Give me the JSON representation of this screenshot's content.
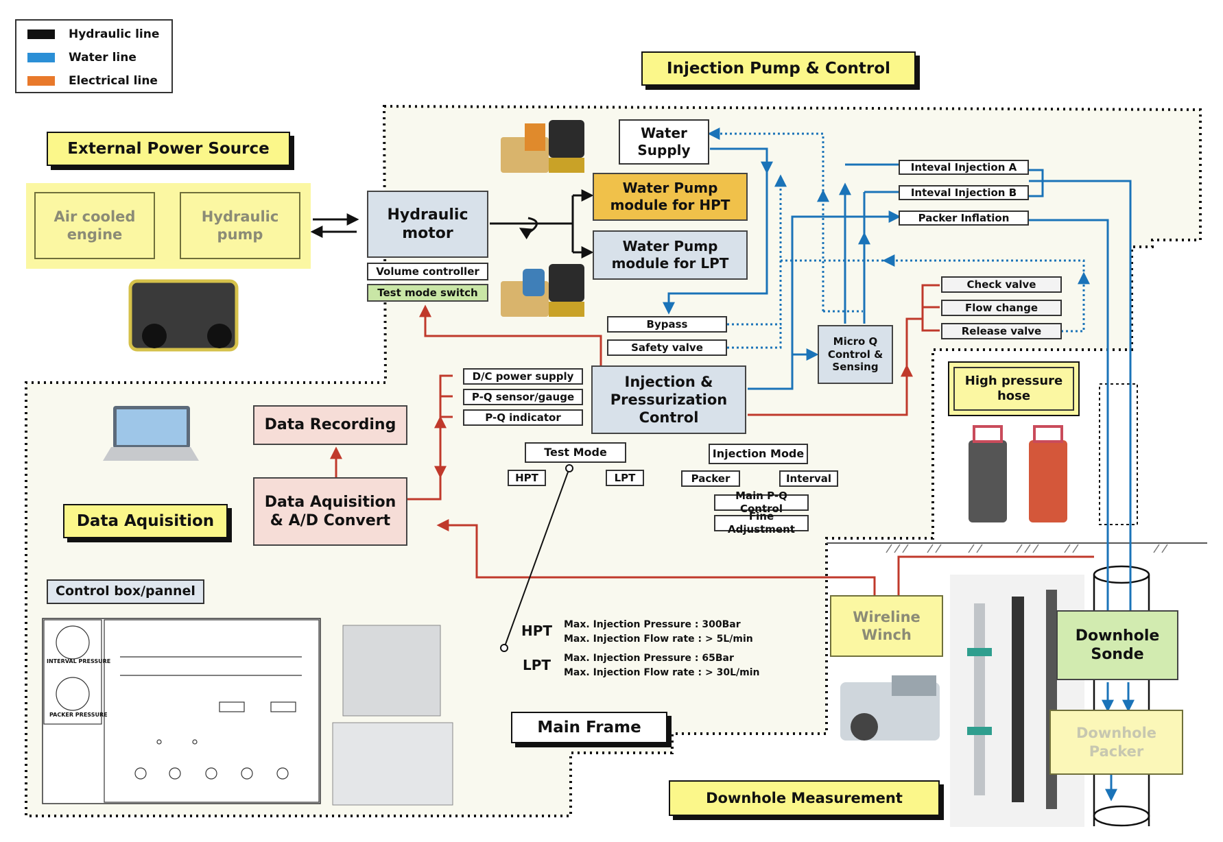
{
  "colors": {
    "hydraulic": "#111111",
    "water": "#1a73b8",
    "electrical": "#c0392b",
    "legend_electrical": "#e8792b",
    "title_fill": "#fbf78a",
    "region_fill": "#f9f9ef"
  },
  "legend": [
    {
      "label": "Hydraulic line",
      "color": "#111111"
    },
    {
      "label": "Water line",
      "color": "#2b8fd6"
    },
    {
      "label": "Electrical line",
      "color": "#e8792b"
    }
  ],
  "titles": {
    "injection_pump_control": "Injection Pump & Control",
    "external_power_source": "External Power Source",
    "data_aquisition": "Data Aquisition",
    "control_box": "Control box/pannel",
    "main_frame": "Main Frame",
    "downhole_measurement": "Downhole Measurement"
  },
  "nodes": {
    "air_cooled_engine": "Air cooled\nengine",
    "hydraulic_pump": "Hydraulic\npump",
    "hydraulic_motor": "Hydraulic\nmotor",
    "volume_controller": "Volume controller",
    "test_mode_switch": "Test mode switch",
    "water_supply": "Water\nSupply",
    "water_pump_hpt": "Water Pump\nmodule for HPT",
    "water_pump_lpt": "Water Pump\nmodule for LPT",
    "bypass": "Bypass",
    "safety_valve": "Safety valve",
    "interval_injection_a": "Inteval  Injection  A",
    "interval_injection_b": "Inteval  Injection  B",
    "packer_inflation": "Packer Inflation",
    "check_valve": "Check valve",
    "flow_change": "Flow change",
    "release_valve": "Release valve",
    "micro_q": "Micro Q\nControl &\nSensing",
    "injection_control": "Injection &\nPressurization\nControl",
    "dc_power_supply": "D/C power supply",
    "pq_sensor": "P-Q sensor/gauge",
    "pq_indicator": "P-Q indicator",
    "data_recording": "Data Recording",
    "data_aquisition_convert": "Data Aquisition\n& A/D Convert",
    "test_mode": "Test Mode",
    "hpt": "HPT",
    "lpt": "LPT",
    "injection_mode": "Injection Mode",
    "packer": "Packer",
    "interval": "Interval",
    "main_pq_control": "Main P-Q Control",
    "fine_adjustment": "Fine Adjustment",
    "high_pressure_hose": "High pressure\nhose",
    "wireline_winch": "Wireline\nWinch",
    "downhole_sonde": "Downhole\nSonde",
    "downhole_packer": "Downhole\nPacker"
  },
  "specs": {
    "hpt_label": "HPT",
    "hpt_line1": "Max. Injection Pressure : 300Bar",
    "hpt_line2": "Max. Injection Flow rate : > 5L/min",
    "lpt_label": "LPT",
    "lpt_line1": "Max. Injection Pressure : 65Bar",
    "lpt_line2": "Max. Injection Flow rate : > 30L/min"
  },
  "panel": {
    "interval_pressure": "INTERVAL PRESSURE",
    "packer_pressure": "PACKER PRESSURE"
  }
}
